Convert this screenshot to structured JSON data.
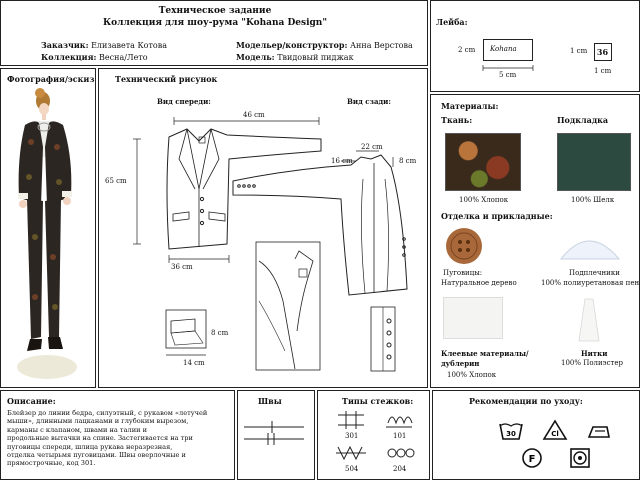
{
  "header": {
    "title": "Техническое задание",
    "subtitle": "Коллекция для шоу-рума \"Kohana Design\"",
    "client_label": "Заказчик:",
    "client": "Елизавета Котова",
    "designer_label": "Модельер/конструктор:",
    "designer": "Анна Верстова",
    "collection_label": "Коллекция:",
    "collection": "Весна/Лето",
    "model_label": "Модель:",
    "model": "Твидовый пиджак"
  },
  "label_panel": {
    "title": "Лейба:",
    "brand_text": "Kohana",
    "height": "2 cm",
    "width": "5 cm",
    "size_value": "36",
    "size_height": "1 cm",
    "size_width": "1 cm"
  },
  "photo_panel": {
    "title": "Фотография/эскиз"
  },
  "tech_panel": {
    "title": "Технический рисунок",
    "front_label": "Вид спереди:",
    "back_label": "Вид сзади:",
    "dims": {
      "sleeve": "46 cm",
      "length": "65 cm",
      "width": "36 cm",
      "back_top": "22 cm",
      "collar": "16 cm",
      "neck": "8 cm",
      "pocket_h": "8 cm",
      "pocket_w": "14 cm"
    }
  },
  "materials": {
    "title": "Материалы:",
    "fabric_label": "Ткань:",
    "fabric_desc": "100% Хлопок",
    "lining_label": "Подкладка",
    "lining_desc": "100% Шелк",
    "trims_title": "Отделка и прикладные:",
    "buttons_label": "Пуговицы:",
    "buttons_desc": "Натуральное дерево",
    "shoulder_label": "Подплечники",
    "shoulder_desc": "100% полиуретановая пена",
    "interlining_label": "Клеевые материалы/",
    "interlining_label2": "дублерин",
    "interlining_desc": "100% Хлопок",
    "thread_label": "Нитки",
    "thread_desc": "100% Полиэстер",
    "colors": {
      "fabric": "#3a2a1c",
      "lining": "#2d4a40",
      "button": "#a8683a"
    }
  },
  "description": {
    "title": "Описание:",
    "lines": [
      "Блейзер до линии бедра, силуэтный, с рукавом «летучей",
      "мыши», длинными лацканами и глубоким вырезом,",
      "карманы с клапаном, швами на талии и",
      "продольные вытачки на спине. Застегивается на три",
      "пуговицы спереди, шлица рукава неразрезная,",
      "отделка четырьмя пуговицами. Швы оверлочные и",
      "прямострочные, код 301."
    ]
  },
  "seams": {
    "title": "Швы"
  },
  "stitches": {
    "title": "Типы стежков:",
    "codes": [
      "301",
      "101",
      "504",
      "204"
    ]
  },
  "care": {
    "title": "Рекомендации по уходу:",
    "icons": [
      "wash-30-icon",
      "bleach-cl-icon",
      "iron-icon",
      "dryclean-f-icon",
      "tumble-dry-icon"
    ],
    "symbols": {
      "wash": "30",
      "bleach": "Cl",
      "dryclean": "F"
    }
  }
}
